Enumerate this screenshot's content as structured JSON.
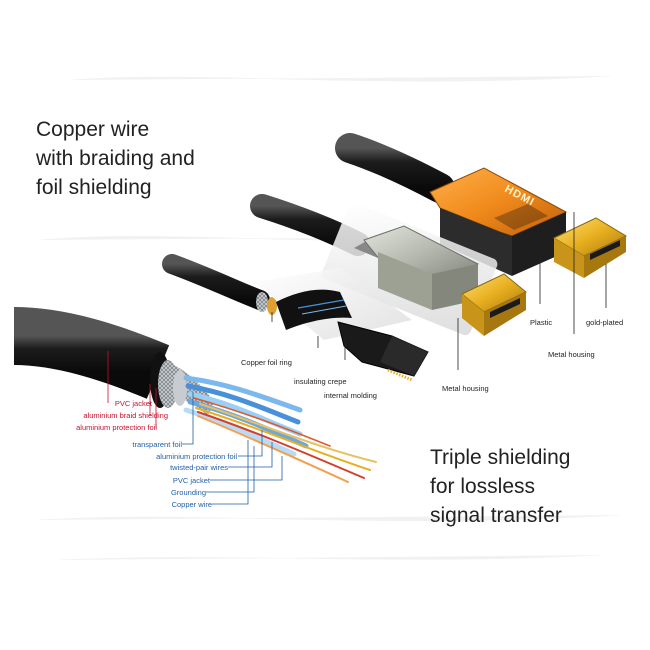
{
  "heading_left": {
    "line1": "Copper wire",
    "line2": "with braiding and",
    "line3": "foil shielding"
  },
  "heading_right": {
    "line1": "Triple shielding",
    "line2": "for lossless",
    "line3": "signal transfer"
  },
  "connector_brand": "HDMI",
  "cable_layers": {
    "pvc_jacket": "PVC jacket",
    "aluminium_braid_shielding": "aluminium braid shielding",
    "aluminium_protection_foil": "aluminium protection foil"
  },
  "inner_layers": {
    "transparent_foil": "transparent foil",
    "aluminium_protection_foil": "aluminium protection foil",
    "twisted_pair_wires": "twisted-pair wires",
    "pvc_jacket": "PVC jacket",
    "grounding": "Grounding",
    "copper_wire": "Copper wire"
  },
  "connector_parts": {
    "copper_foil_ring": "Copper foil ring",
    "insulating_crepe": "insulating crepe",
    "internal_molding": "internal molding",
    "metal_housing_middle": "Metal housing",
    "plastic": "Plastic",
    "gold_plated": "gold-plated",
    "metal_housing_right": "Metal housing"
  },
  "colors": {
    "cable": "#1a1a1a",
    "orange_housing": "#f08a1c",
    "gold": "#e8b020",
    "grey_housing": "#b4b8ae",
    "label_red": "#c8102e",
    "label_blue": "#1f5fa8"
  }
}
